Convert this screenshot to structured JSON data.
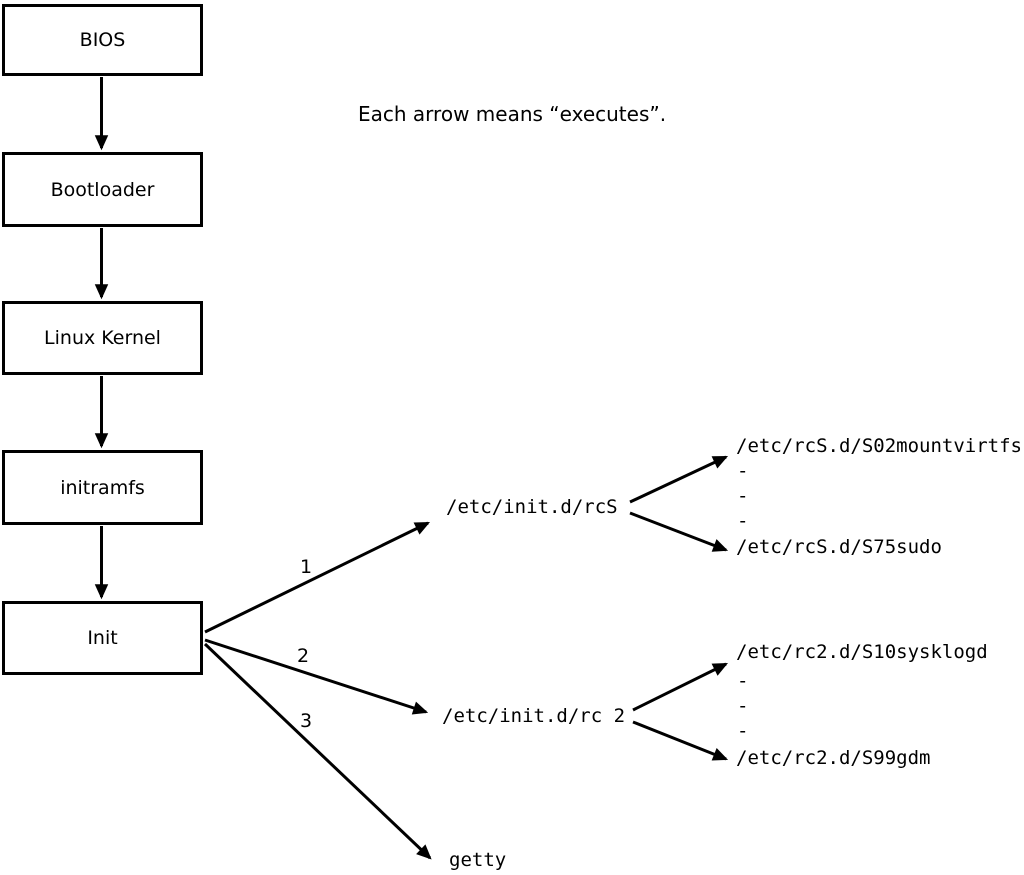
{
  "caption": "Each arrow means “executes”.",
  "boxes": [
    {
      "label": "BIOS"
    },
    {
      "label": "Bootloader"
    },
    {
      "label": "Linux Kernel"
    },
    {
      "label": "initramfs"
    },
    {
      "label": "Init"
    }
  ],
  "edge_labels": [
    "1",
    "2",
    "3"
  ],
  "fanouts": [
    {
      "label": "/etc/init.d/rcS",
      "children": [
        "/etc/rcS.d/S02mountvirtfs",
        "-",
        "-",
        "-",
        "/etc/rcS.d/S75sudo"
      ]
    },
    {
      "label": "/etc/init.d/rc 2",
      "children": [
        "/etc/rc2.d/S10sysklogd",
        "-",
        "-",
        "-",
        "/etc/rc2.d/S99gdm"
      ]
    },
    {
      "label": "getty",
      "children": []
    }
  ],
  "colors": {
    "line": "#000000",
    "background": "#ffffff"
  }
}
